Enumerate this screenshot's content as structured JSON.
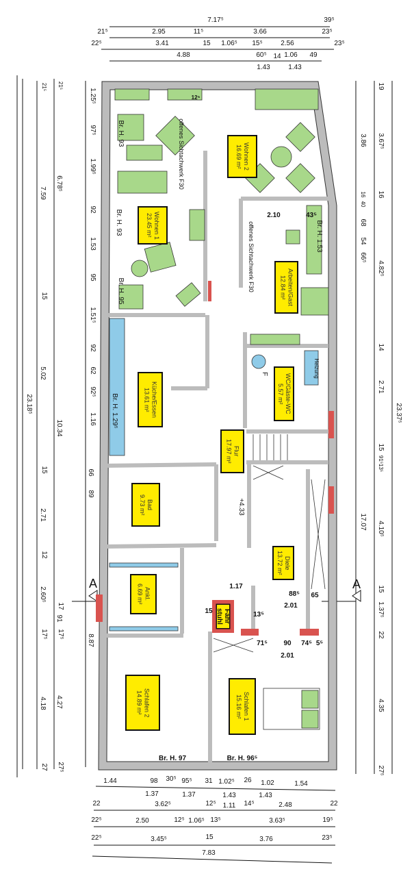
{
  "rooms": [
    {
      "name": "Wohnen 2",
      "area": "16.69 m²"
    },
    {
      "name": "Wohnen 1",
      "area": "23.45 m²"
    },
    {
      "name": "Arbeiten/Gast",
      "area": "12.84 m²"
    },
    {
      "name": "Küche/Essen",
      "area": "13.61 m²"
    },
    {
      "name": "WC/Gäste-WC",
      "area": "5.57 m²"
    },
    {
      "name": "Flur",
      "area": "17.97 m²"
    },
    {
      "name": "Bad",
      "area": "9.73 m²"
    },
    {
      "name": "Diele",
      "area": "13.72 m²"
    },
    {
      "name": "Ankl.",
      "area": "6.69 m²"
    },
    {
      "name": "Fahr stuhl",
      "area": ""
    },
    {
      "name": "Schlafen 2",
      "area": "14.89 m²"
    },
    {
      "name": "Schlafen 1",
      "area": "15.16 m²"
    }
  ],
  "notes": {
    "fachwerk_1": "offenes Sichtachwerk F30",
    "fachwerk_2": "offenes Sichtachwerk F30",
    "brh_1": "Br. H. 93",
    "brh_2": "Br. H. 93",
    "brh_3": "Br. H. 95",
    "brh_4": "Br. H. 1.53",
    "brh_5": "Br. H. 1.29⁵",
    "brh_6": "Br. H. 97",
    "brh_7": "Br. H. 96⁵",
    "heizung": "Heizung",
    "f": "F",
    "level": "+4.33",
    "section_left": "A",
    "section_right": "A",
    "d_210": "2.10",
    "d_43": "43⁵",
    "d_117": "1.17",
    "d_885": "88⁵",
    "d_65": "65",
    "d_201a": "2.01",
    "d_15": "15",
    "d_135": "13⁵",
    "d_715": "71⁵",
    "d_90": "90",
    "d_745": "74⁵",
    "d_55": "5⁵",
    "d_201b": "2.01",
    "d_125top": "12⁵"
  },
  "dims_top": [
    "7.17⁵",
    "39⁵",
    "21⁵",
    "2.95",
    "11⁵",
    "3.66",
    "23⁵",
    "22⁵",
    "3.41",
    "15",
    "1.06⁵",
    "15⁵",
    "2.56",
    "23⁵",
    "4.88",
    "60⁵",
    "14",
    "1.06",
    "49",
    "1.43",
    "1.43"
  ],
  "dims_bottom": [
    "1.44",
    "98",
    "30⁵",
    "95⁵",
    "31",
    "1.02⁵",
    "26",
    "1.02",
    "1.54",
    "1.37",
    "1.37",
    "1.43",
    "1.43",
    "22",
    "3.62⁵",
    "12⁵",
    "1.11",
    "14⁵",
    "2.48",
    "22",
    "22⁵",
    "2.50",
    "12⁵",
    "1.06⁵",
    "13⁵",
    "3.63⁵",
    "19⁵",
    "22⁵",
    "3.45⁵",
    "15",
    "3.76",
    "23⁵",
    "7.83"
  ],
  "dims_left": [
    "1.25⁵",
    "97⁵",
    "1.99⁵",
    "92",
    "1.53",
    "95",
    "1.51⁵",
    "92",
    "62",
    "92⁵",
    "1.16",
    "66",
    "89",
    "8.87",
    "21⁵",
    "6.78⁵",
    "10.34",
    "17",
    "91",
    "17⁵",
    "4.27",
    "27⁵",
    "21⁵",
    "7.59",
    "15",
    "5.02",
    "15",
    "2.71",
    "12",
    "2.60⁵",
    "17⁵",
    "4.18",
    "27",
    "23.18⁵"
  ],
  "dims_right": [
    "3.86",
    "16",
    "40",
    "68",
    "54",
    "66⁵",
    "17.07",
    "19",
    "3.67⁵",
    "16",
    "4.82⁵",
    "14",
    "2.71",
    "15",
    "91⁵",
    "13⁵",
    "4.10⁵",
    "15",
    "1.37⁵",
    "22",
    "4.35",
    "27⁵",
    "23.37⁵"
  ],
  "colors": {
    "room_label": "#ffec00",
    "furniture": "#a8d88a",
    "wall": "#c4c4c4",
    "fire_wall": "#d9534f",
    "water": "#8fcbe8"
  }
}
